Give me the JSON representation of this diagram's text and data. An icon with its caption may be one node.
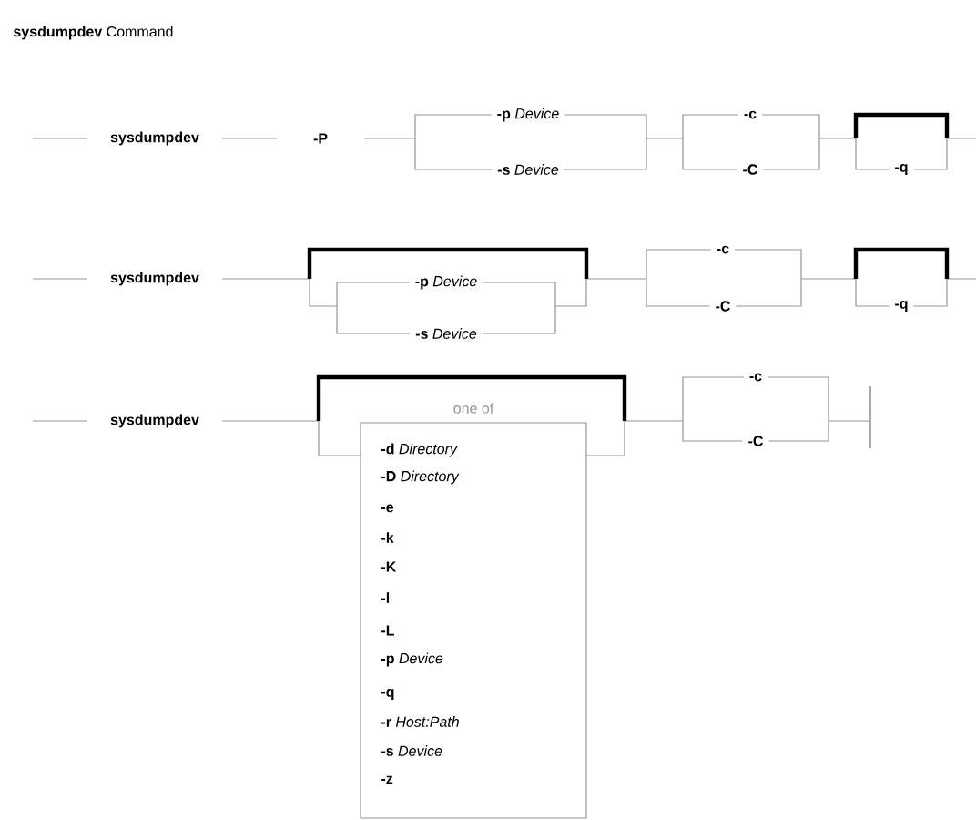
{
  "diagram": {
    "title": "**sysdumpdev** Command",
    "nodes": [
      {
        "text": [
          "one of",
          "**-d** *Directory*",
          "**-D** *Directory*",
          "-e",
          "-k",
          "-K",
          "-l",
          "-L",
          "**-p** *Device*",
          "-q",
          "**-r** *Host:Path*",
          "**-s** *Device*",
          "-z"
        ]
      }
    ],
    "labels": [
      "sysdumpdev",
      "-P",
      "**-p** *Device*",
      "**-s** *Device*",
      "-c",
      "-C",
      "-q",
      "sysdumpdev",
      "**-p** *Device*",
      "**-s** *Device*",
      "-c",
      "-C",
      "-q",
      "sysdumpdev",
      "-c",
      "-C"
    ]
  }
}
